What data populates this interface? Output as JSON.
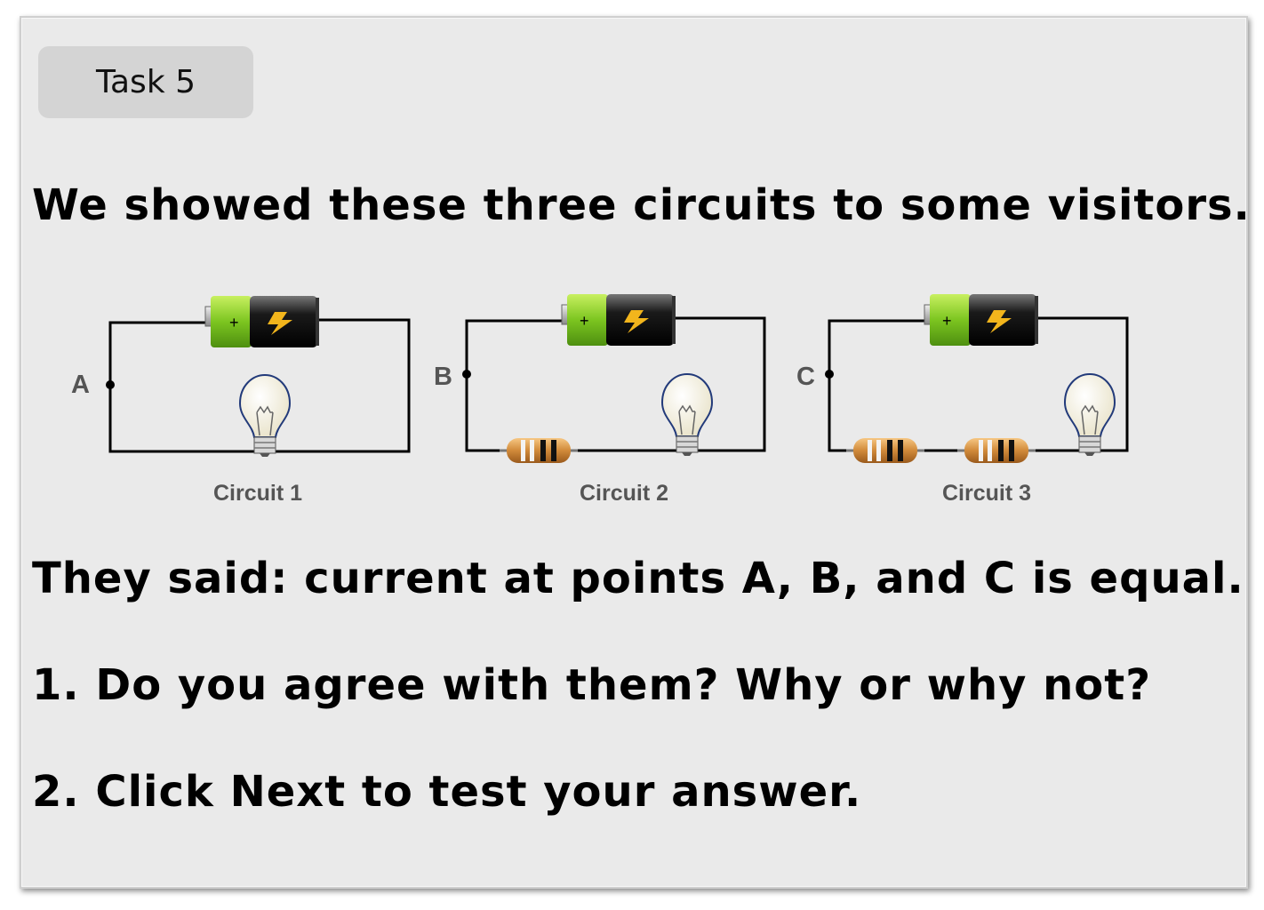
{
  "task_label": "Task 5",
  "intro_text": "We showed these three circuits to some visitors.",
  "claim_text": "They said: current at points A, B, and C is equal.",
  "question_1": "1. Do you agree with them? Why or why not?",
  "question_2": "2. Click Next to test your answer.",
  "circuits": [
    {
      "caption": "Circuit 1",
      "point": "A",
      "resistors": 0
    },
    {
      "caption": "Circuit 2",
      "point": "B",
      "resistors": 1
    },
    {
      "caption": "Circuit 3",
      "point": "C",
      "resistors": 2
    }
  ],
  "battery_plus": "+"
}
